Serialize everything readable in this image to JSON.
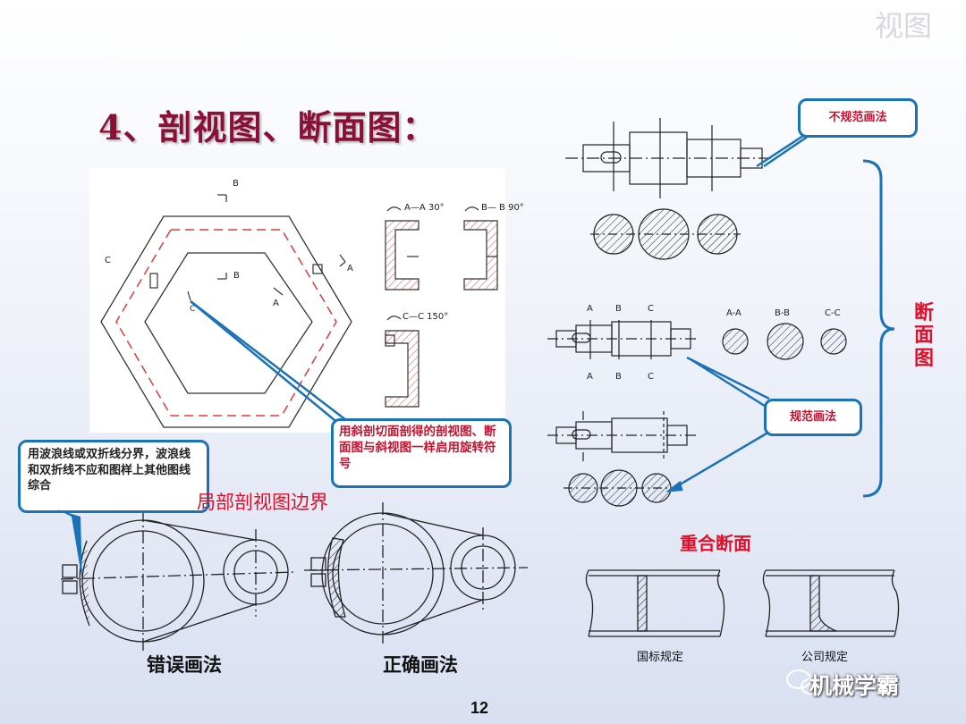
{
  "watermark": "视图",
  "title": "4、剖视图、断面图：",
  "callouts": {
    "oblique": "用斜剖切面剖得的剖视图、断面图与斜视图一样启用旋转符号",
    "wave_boundary": "用波浪线或双折线分界，波浪线和双折线不应和图样上其他图线综合",
    "nonstandard": "不规范画法",
    "standard": "规范画法"
  },
  "labels": {
    "partial_boundary": "局部剖视图边界",
    "wrong": "错误画法",
    "correct": "正确画法",
    "section": "断面图",
    "coincident": "重合断面",
    "gb": "国标规定",
    "company": "公司规定"
  },
  "drawing_letters": {
    "A": "A",
    "B": "B",
    "C": "C",
    "rot_aa": "A—A 30°",
    "rot_bb": "B— B 90°",
    "rot_cc": "C—C 150°",
    "sec_aa": "A-A",
    "sec_bb": "B-B",
    "sec_cc": "C-C"
  },
  "brand": "机械学霸",
  "page_number": "12"
}
